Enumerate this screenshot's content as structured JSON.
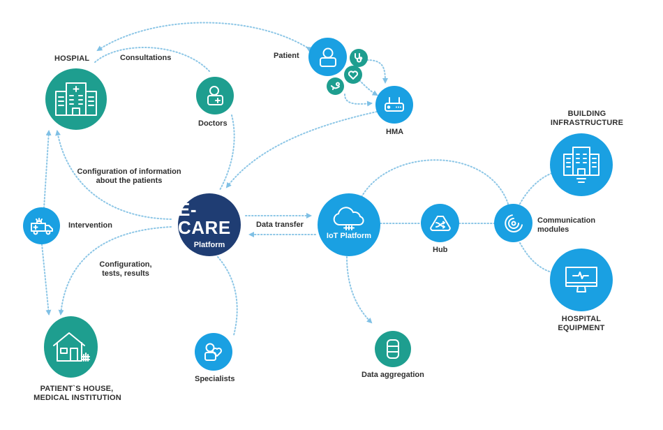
{
  "diagram": {
    "title": "E-CARE Platform ecosystem",
    "colors": {
      "teal": "#1e9e8f",
      "blue": "#1aa0e2",
      "navy": "#1f3d73",
      "connector": "#8cc6e6",
      "text": "#2e2e2e"
    },
    "nodes": {
      "hospital": {
        "label": "HOSPIAL",
        "icon": "hospital-building-icon",
        "color": "teal"
      },
      "doctors": {
        "label": "Doctors",
        "icon": "doctor-icon",
        "color": "teal"
      },
      "patient": {
        "label": "Patient",
        "icon": "patient-icon",
        "color": "blue"
      },
      "stethoscope": {
        "icon": "stethoscope-icon",
        "color": "teal"
      },
      "heart": {
        "icon": "heart-icon",
        "color": "teal"
      },
      "baby": {
        "icon": "baby-icon",
        "color": "teal"
      },
      "hma": {
        "label": "HMA",
        "icon": "router-icon",
        "color": "blue"
      },
      "building": {
        "label_line1": "BUILDING",
        "label_line2": "INFRASTRUCTURE",
        "icon": "building-icon",
        "color": "blue"
      },
      "ambulance": {
        "icon": "ambulance-icon",
        "color": "blue"
      },
      "ecare": {
        "title": "E-CARE",
        "subtitle": "Platform",
        "color": "navy"
      },
      "iot": {
        "label": "IoT Platform",
        "icon": "cloud-icon",
        "color": "blue"
      },
      "hub": {
        "label": "Hub",
        "icon": "hub-icon",
        "color": "blue"
      },
      "comm": {
        "label_line1": "Communication",
        "label_line2": "modules",
        "icon": "signal-waves-icon",
        "color": "blue"
      },
      "equipment": {
        "label_line1": "HOSPITAL",
        "label_line2": "EQUIPMENT",
        "icon": "monitor-heartbeat-icon",
        "color": "blue"
      },
      "house": {
        "label_line1": "PATIENT`S HOUSE,",
        "label_line2": "MEDICAL INSTITUTION",
        "icon": "house-icon",
        "color": "teal"
      },
      "specialists": {
        "label": "Specialists",
        "icon": "specialist-icon",
        "color": "blue"
      },
      "aggregation": {
        "label": "Data aggregation",
        "icon": "database-icon",
        "color": "teal"
      }
    },
    "edge_labels": {
      "consultations": "Consultations",
      "config_info_line1": "Configuration of information",
      "config_info_line2": "about the patients",
      "intervention": "Intervention",
      "config_tests_line1": "Configuration,",
      "config_tests_line2": "tests, results",
      "data_transfer": "Data transfer"
    }
  }
}
